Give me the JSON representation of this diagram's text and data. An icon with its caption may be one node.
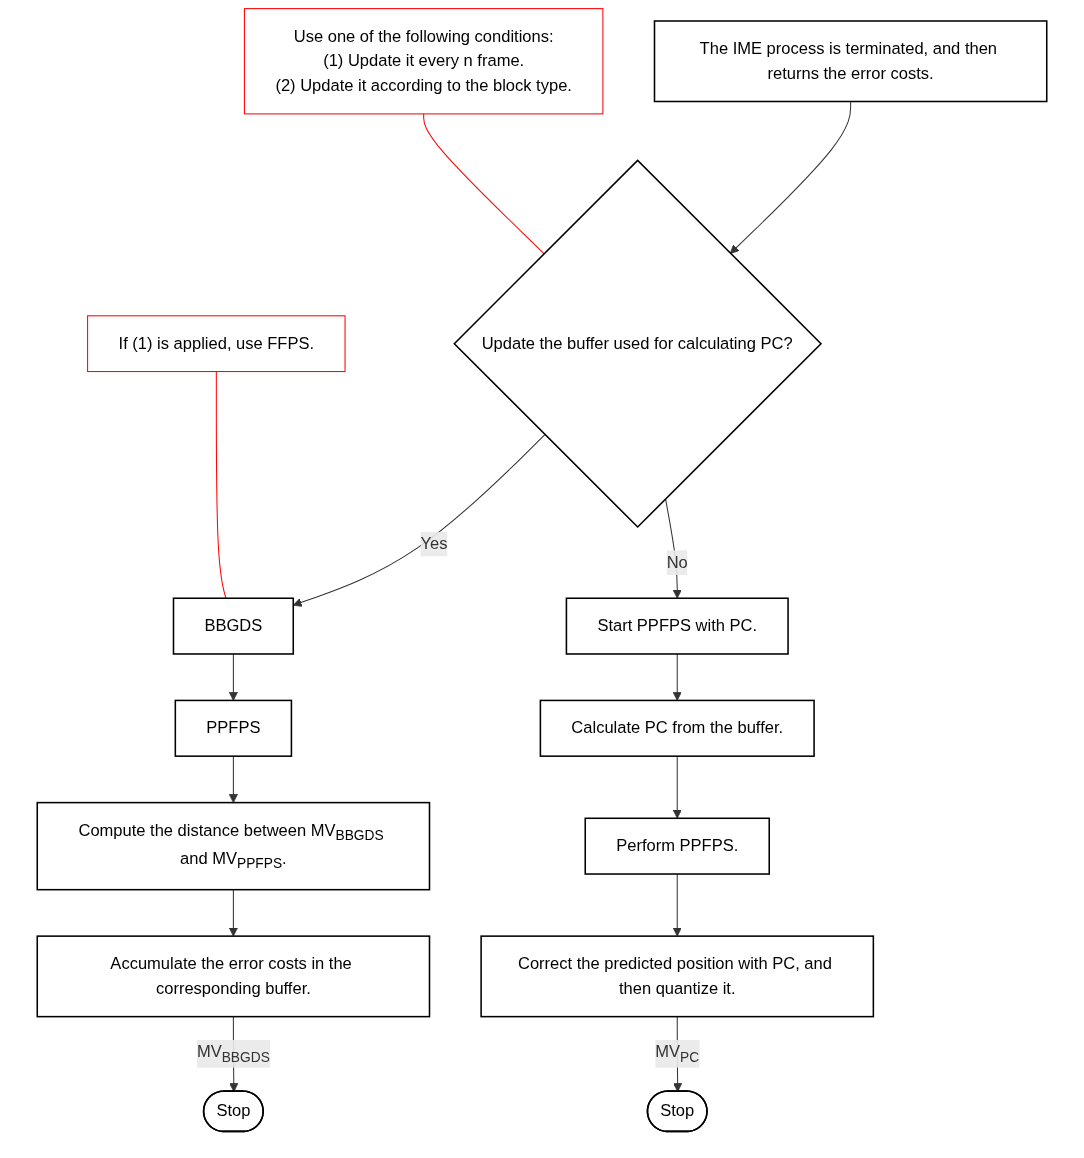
{
  "diagram": {
    "nodes": [
      {
        "text": [
          "The IME process is terminated, and then returns the error costs."
        ]
      },
      {
        "text": [
          "Update the buffer used for calculating PC?"
        ]
      },
      {
        "text": [
          "Use one of the following conditions:",
          "(1) Update it every n frame.",
          "(2) Update it according to the block type."
        ]
      },
      {
        "text": [
          "BBGDS"
        ]
      },
      {
        "text": [
          "PPFPS"
        ]
      },
      {
        "text": [
          "If (1) is applied, use FFPS."
        ]
      },
      {
        "text": [
          "Start PPFPS with PC."
        ]
      },
      {
        "text": [
          "Calculate PC from the buffer."
        ]
      },
      {
        "text": [
          "Perform PPFPS."
        ]
      },
      {
        "text": [
          "Correct the predicted position with PC, and then quantize it."
        ]
      },
      {
        "text": [
          "Stop"
        ]
      },
      {
        "text": [
          "Compute the distance between MV$_{BBGDS}$ and MV$_{PPFPS}$."
        ]
      },
      {
        "text": [
          "Accumulate the error costs in the corresponding buffer."
        ]
      },
      {
        "text": [
          "Stop"
        ]
      }
    ],
    "edges": [
      {
        "from": 0,
        "to": 1,
        "arrow": "to"
      },
      {
        "from": 1,
        "to": 3,
        "arrow": "to",
        "label": "Yes"
      },
      {
        "from": 3,
        "to": 4,
        "arrow": "to"
      },
      {
        "from": 1,
        "to": 6,
        "arrow": "to",
        "label": "No"
      },
      {
        "from": 6,
        "to": 7,
        "arrow": "to"
      },
      {
        "from": 7,
        "to": 8,
        "arrow": "to"
      },
      {
        "from": 8,
        "to": 9,
        "arrow": "to"
      },
      {
        "from": 9,
        "to": 10,
        "arrow": "to",
        "label": "MV$_{PC}$"
      },
      {
        "from": 4,
        "to": 11,
        "arrow": "to"
      },
      {
        "from": 11,
        "to": 12,
        "arrow": "to"
      },
      {
        "from": 12,
        "to": 13,
        "arrow": "to",
        "label": "MV$_{BBGDS}$"
      },
      {
        "from": 2,
        "to": 1,
        "arrow": "none",
        "color": "#ff0000"
      },
      {
        "from": 5,
        "to": 3,
        "arrow": "none",
        "color": "#ff0000"
      }
    ]
  }
}
